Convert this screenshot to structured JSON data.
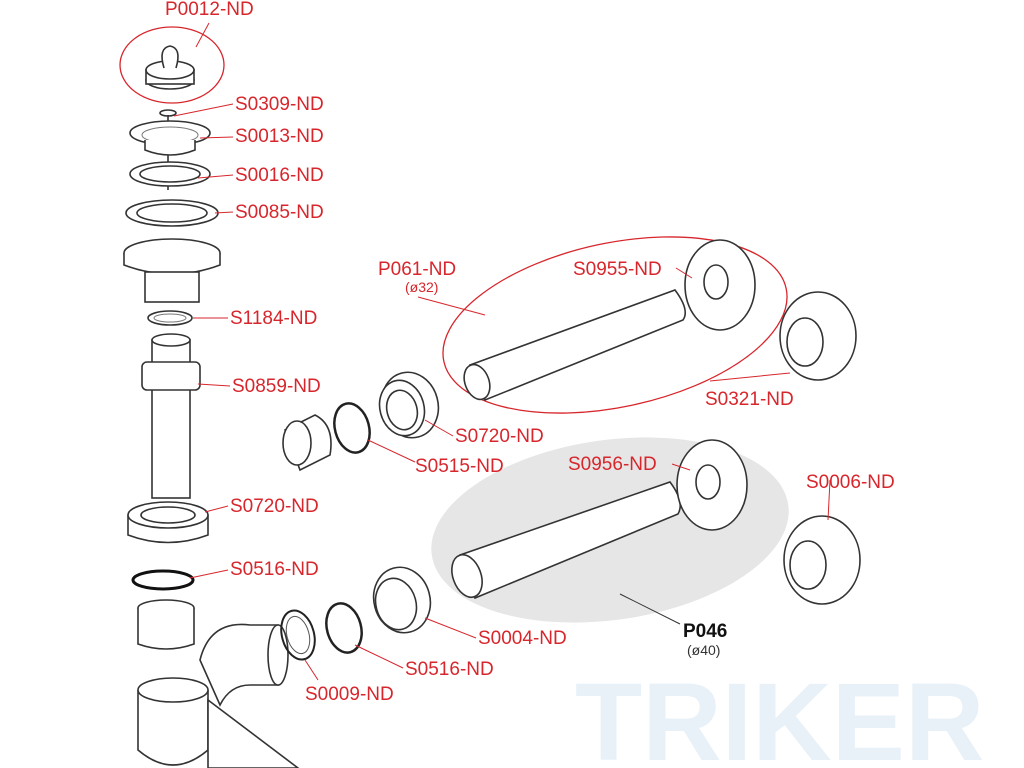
{
  "watermark": "TRIKER",
  "accent_color": "#d7262c",
  "labels": {
    "p0012": "P0012-ND",
    "s0309": "S0309-ND",
    "s0013": "S0013-ND",
    "s0016": "S0016-ND",
    "s0085": "S0085-ND",
    "s1184": "S1184-ND",
    "s0859": "S0859-ND",
    "s0720_left": "S0720-ND",
    "s0516_left": "S0516-ND",
    "p061": "P061-ND",
    "p061_dia": "(ø32)",
    "s0955": "S0955-ND",
    "s0321": "S0321-ND",
    "s0720_mid": "S0720-ND",
    "s0515": "S0515-ND",
    "s0956": "S0956-ND",
    "s0006": "S0006-ND",
    "p046": "P046",
    "p046_dia": "(ø40)",
    "s0004": "S0004-ND",
    "s0516_mid": "S0516-ND",
    "s0009": "S0009-ND"
  }
}
